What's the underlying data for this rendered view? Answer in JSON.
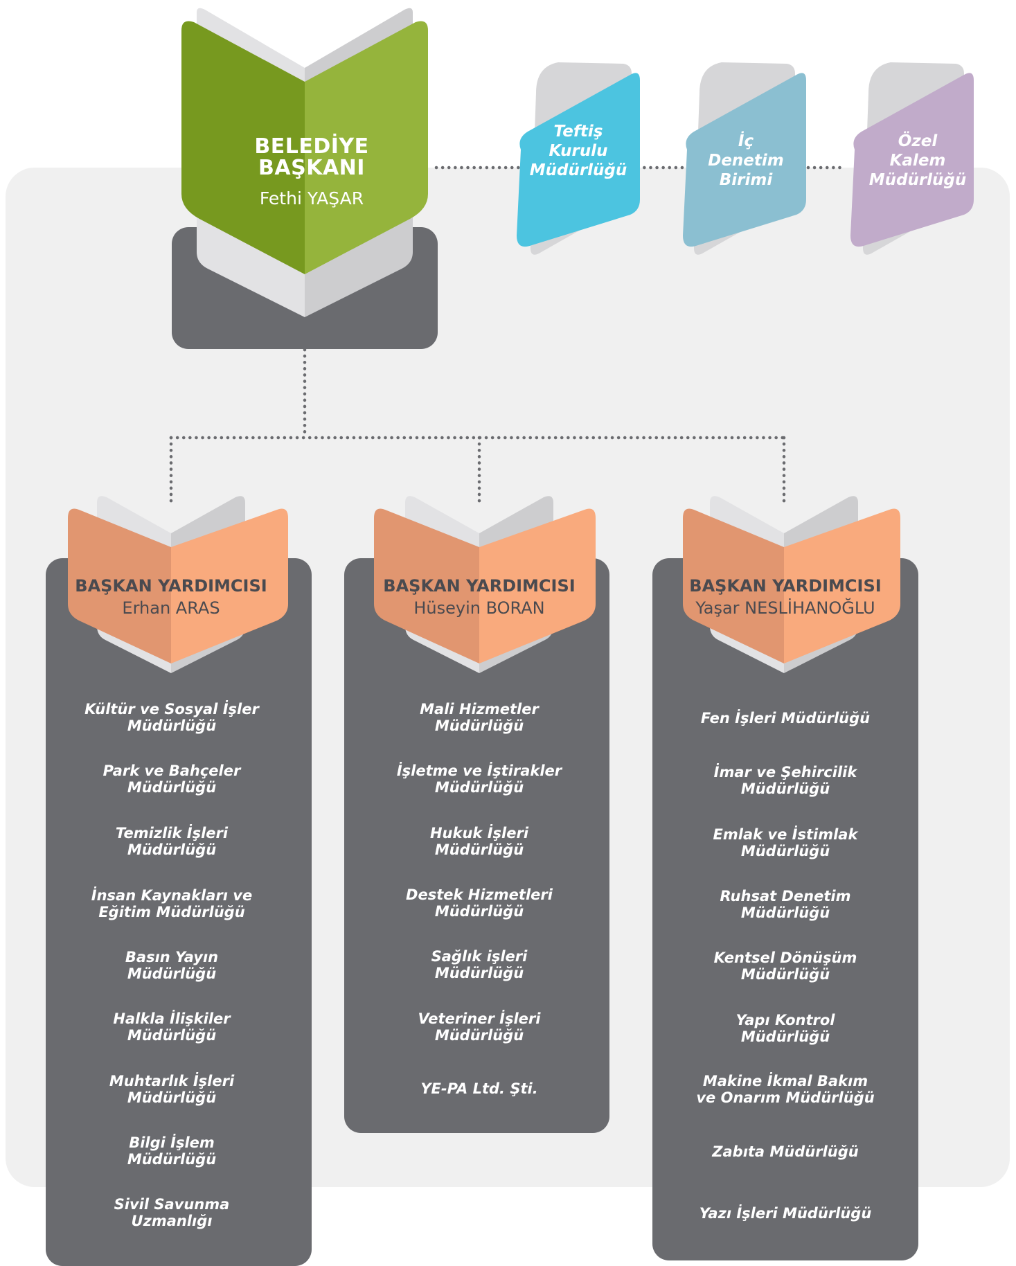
{
  "mayor": {
    "title_line1": "BELEDİYE",
    "title_line2": "BAŞKANI",
    "name": "Fethi YAŞAR"
  },
  "units": [
    {
      "line1": "Teftiş",
      "line2": "Kurulu",
      "line3": "Müdürlüğü",
      "color": "#4cc4e0"
    },
    {
      "line1": "İç",
      "line2": "Denetim",
      "line3": "Birimi",
      "color": "#8bbfd1"
    },
    {
      "line1": "Özel",
      "line2": "Kalem",
      "line3": "Müdürlüğü",
      "color": "#c1abca"
    }
  ],
  "deputies": [
    {
      "title": "BAŞKAN YARDIMCISI",
      "name": "Erhan ARAS",
      "departments": [
        {
          "line1": "Kültür ve Sosyal İşler",
          "line2": "Müdürlüğü"
        },
        {
          "line1": "Park ve Bahçeler",
          "line2": "Müdürlüğü"
        },
        {
          "line1": "Temizlik İşleri",
          "line2": "Müdürlüğü"
        },
        {
          "line1": "İnsan Kaynakları ve",
          "line2": "Eğitim Müdürlüğü"
        },
        {
          "line1": "Basın Yayın",
          "line2": "Müdürlüğü"
        },
        {
          "line1": "Halkla İlişkiler",
          "line2": "Müdürlüğü"
        },
        {
          "line1": "Muhtarlık İşleri",
          "line2": "Müdürlüğü"
        },
        {
          "line1": "Bilgi İşlem",
          "line2": "Müdürlüğü"
        },
        {
          "line1": "Sivil Savunma",
          "line2": "Uzmanlığı"
        }
      ]
    },
    {
      "title": "BAŞKAN YARDIMCISI",
      "name": "Hüseyin BORAN",
      "departments": [
        {
          "line1": "Mali Hizmetler",
          "line2": "Müdürlüğü"
        },
        {
          "line1": "İşletme ve İştirakler",
          "line2": "Müdürlüğü"
        },
        {
          "line1": "Hukuk İşleri",
          "line2": "Müdürlüğü"
        },
        {
          "line1": "Destek Hizmetleri",
          "line2": "Müdürlüğü"
        },
        {
          "line1": "Sağlık işleri",
          "line2": "Müdürlüğü"
        },
        {
          "line1": "Veteriner İşleri",
          "line2": "Müdürlüğü"
        },
        {
          "line1": "YE-PA Ltd. Şti.",
          "line2": ""
        }
      ]
    },
    {
      "title": "BAŞKAN YARDIMCISI",
      "name": "Yaşar NESLİHANOĞLU",
      "departments": [
        {
          "line1": "Fen İşleri Müdürlüğü",
          "line2": ""
        },
        {
          "line1": "İmar ve Şehircilik",
          "line2": "Müdürlüğü"
        },
        {
          "line1": "Emlak ve İstimlak",
          "line2": "Müdürlüğü"
        },
        {
          "line1": "Ruhsat Denetim",
          "line2": "Müdürlüğü"
        },
        {
          "line1": "Kentsel Dönüşüm",
          "line2": "Müdürlüğü"
        },
        {
          "line1": "Yapı Kontrol",
          "line2": "Müdürlüğü"
        },
        {
          "line1": "Makine İkmal Bakım",
          "line2": "ve Onarım Müdürlüğü"
        },
        {
          "line1": "Zabıta Müdürlüğü",
          "line2": ""
        },
        {
          "line1": "Yazı İşleri Müdürlüğü",
          "line2": ""
        }
      ]
    }
  ],
  "colors": {
    "mayor_green_dark": "#77991f",
    "mayor_green_light": "#95b43c",
    "deputy_orange_dark": "#e19670",
    "deputy_orange_light": "#f9aa7d",
    "panel_gray": "#6a6b6f",
    "background": "#f0f0f0"
  }
}
